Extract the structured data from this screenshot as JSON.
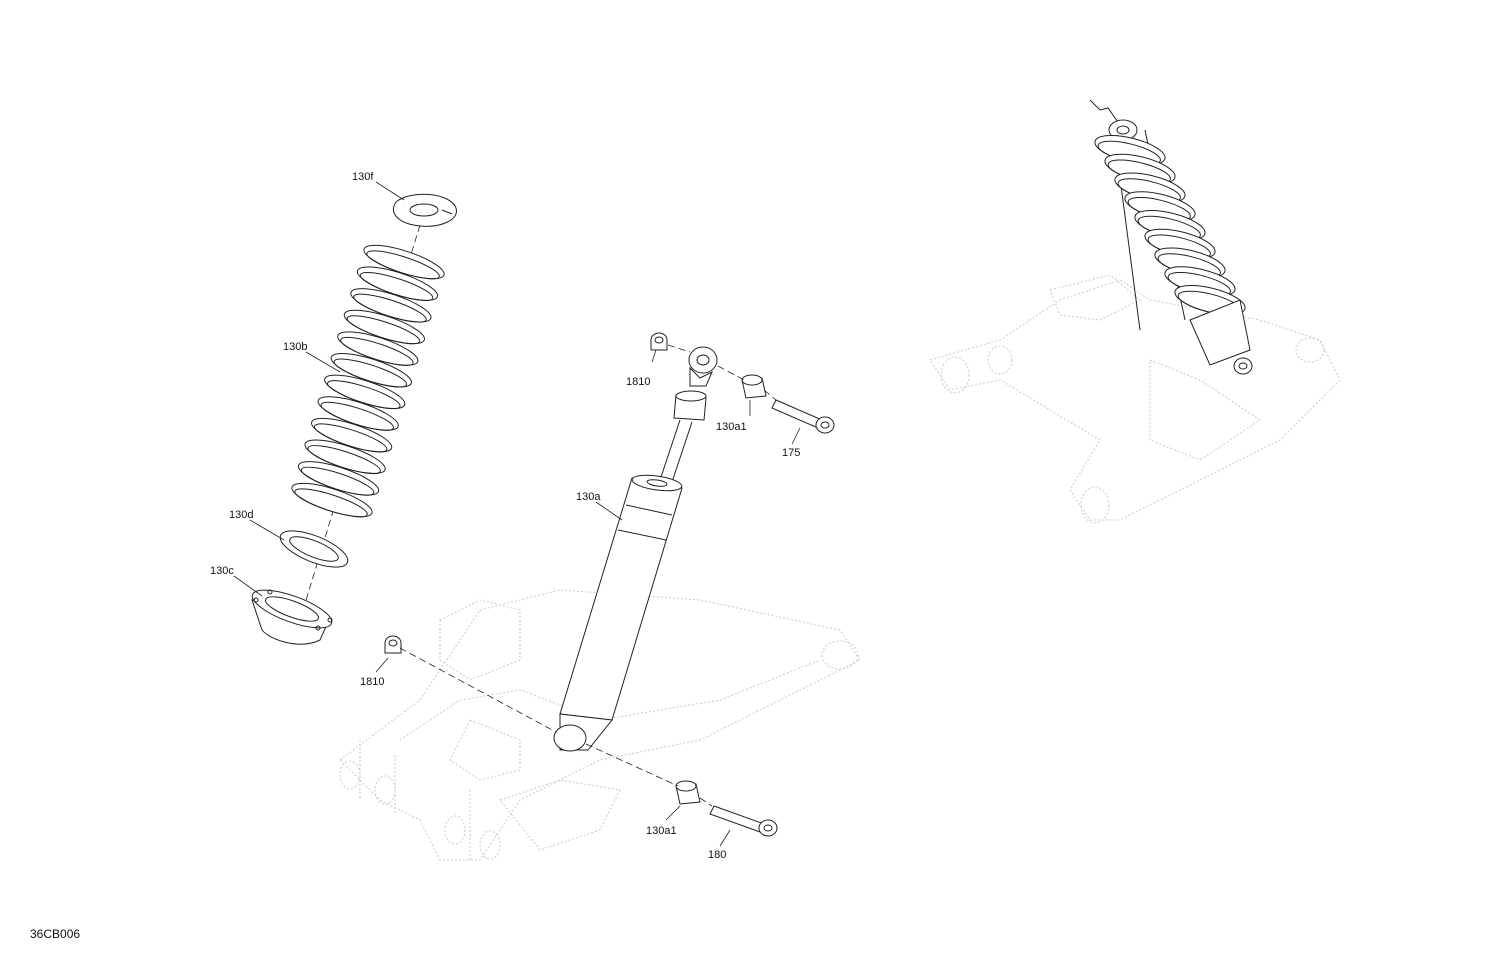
{
  "figure_id": "36CB006",
  "callouts": {
    "c_130f": "130f",
    "c_130b": "130b",
    "c_130d": "130d",
    "c_130c": "130c",
    "c_1810_top": "1810",
    "c_130a1_top": "130a1",
    "c_175": "175",
    "c_130a": "130a",
    "c_1810_bottom": "1810",
    "c_130a1_bottom": "130a1",
    "c_180": "180"
  }
}
